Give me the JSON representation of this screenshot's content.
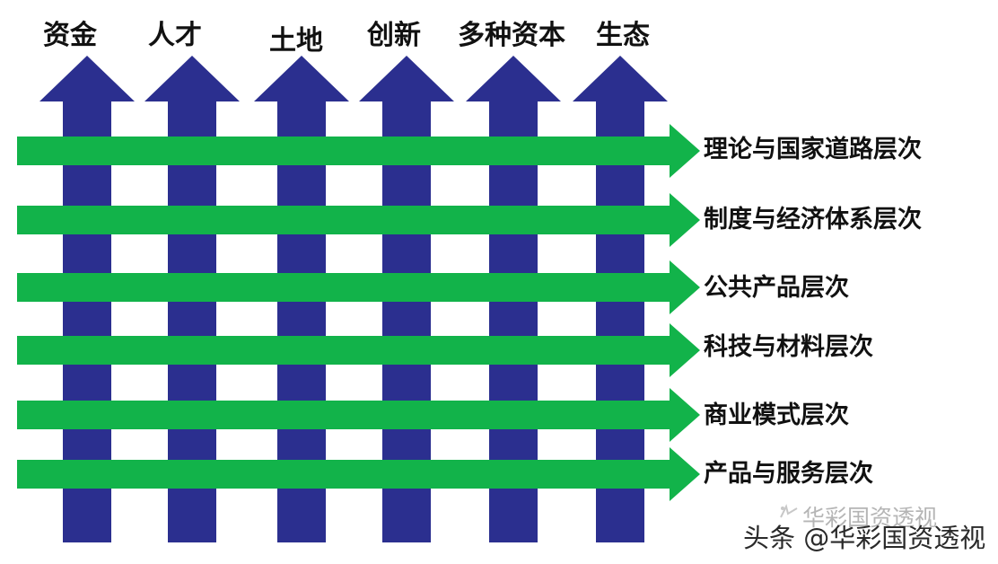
{
  "columns": [
    {
      "label": "资金"
    },
    {
      "label": "人才"
    },
    {
      "label": "土地"
    },
    {
      "label": "创新"
    },
    {
      "label": "多种资本"
    },
    {
      "label": "生态"
    }
  ],
  "rows": [
    {
      "label": "理论与国家道路层次"
    },
    {
      "label": "制度与经济体系层次"
    },
    {
      "label": "公共产品层次"
    },
    {
      "label": "科技与材料层次"
    },
    {
      "label": "商业模式层次"
    },
    {
      "label": "产品与服务层次"
    }
  ],
  "colors": {
    "vertical_arrow": "#2b2f8f",
    "horizontal_arrow": "#12b34a",
    "text": "#111111"
  },
  "watermark": {
    "text": "头条 @华彩国资透视",
    "ghost_text": "华彩国资透视",
    "icon": "sparkle-icon"
  }
}
